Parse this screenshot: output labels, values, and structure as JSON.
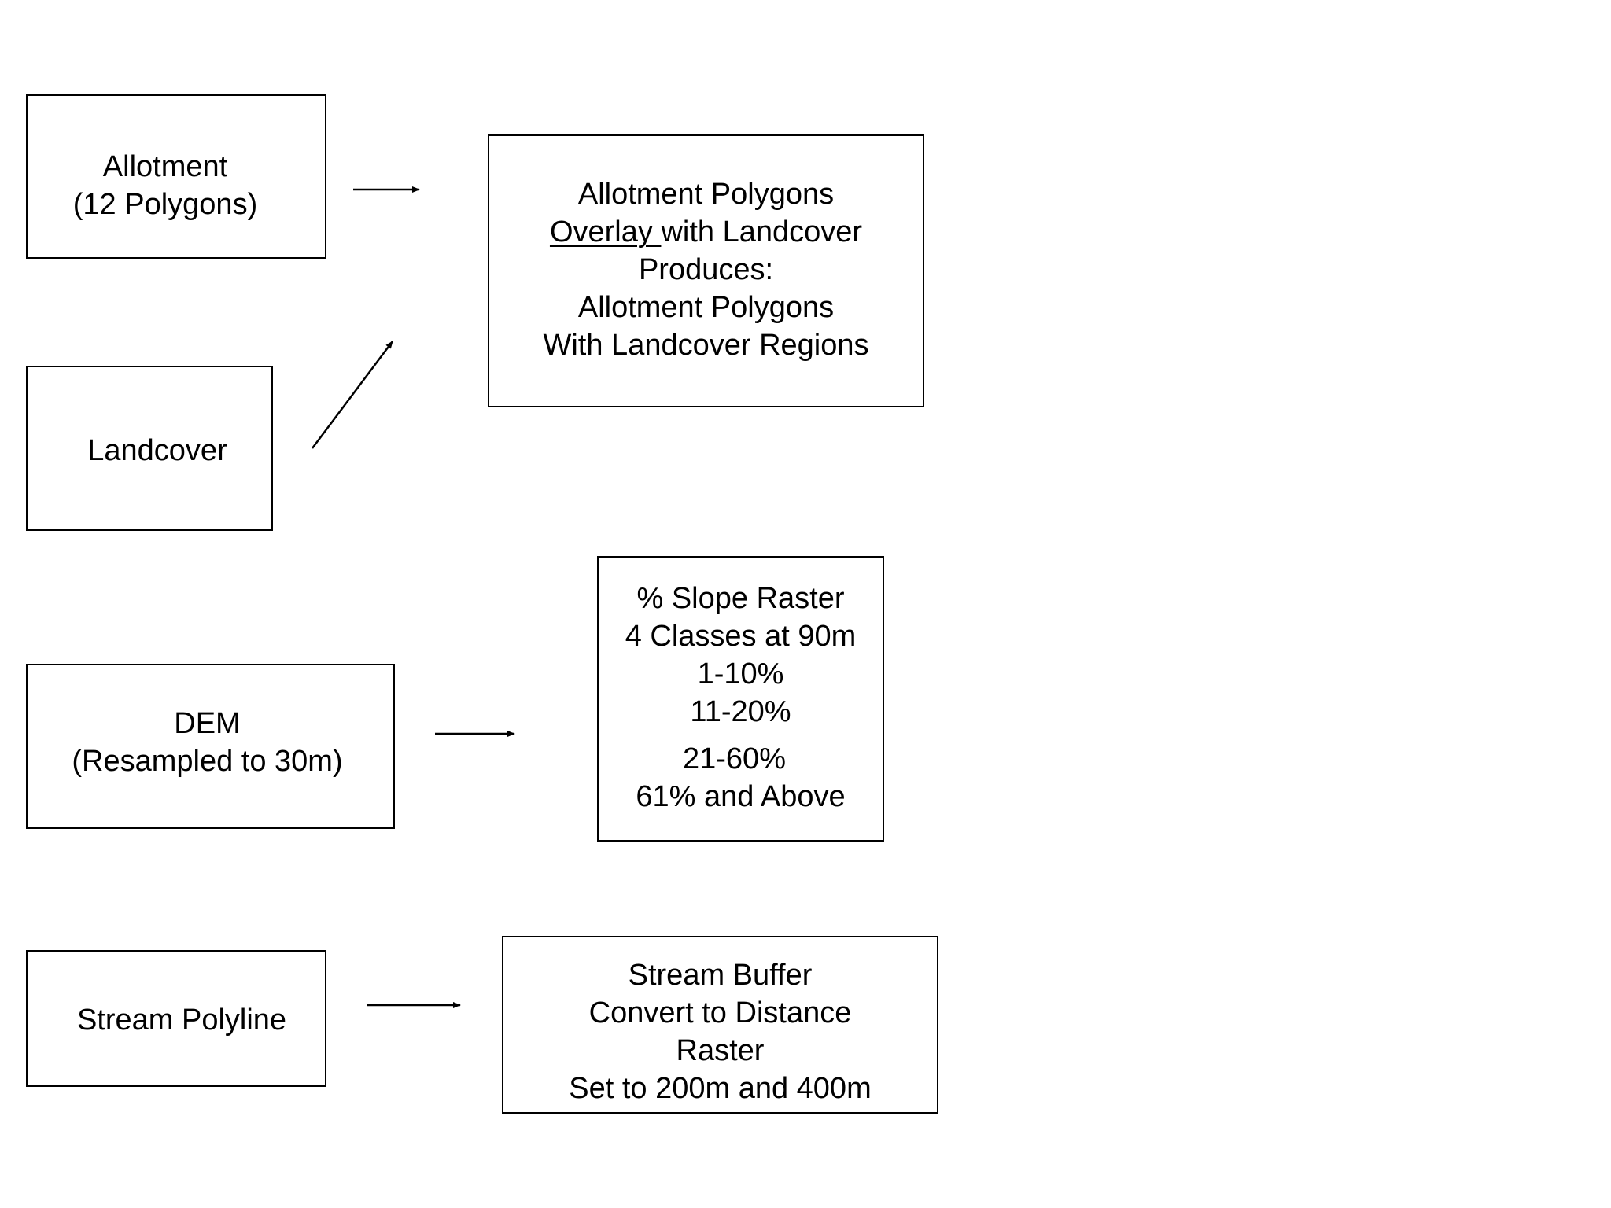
{
  "nodes": {
    "allotment": {
      "lines": [
        "Allotment",
        "(12 Polygons)"
      ]
    },
    "landcover": {
      "lines": [
        "Landcover"
      ]
    },
    "overlay": {
      "line1": "Allotment Polygons",
      "line2_underlined": "Overlay ",
      "line2_rest": "with Landcover",
      "line3": "Produces:",
      "line4": "Allotment Polygons",
      "line5": "With Landcover Regions"
    },
    "dem": {
      "lines": [
        "DEM",
        "(Resampled to 30m)"
      ]
    },
    "slope": {
      "lines": [
        "% Slope Raster",
        "4 Classes at 90m",
        "1-10%",
        "11-20%",
        "21-60%",
        "61% and Above"
      ]
    },
    "stream": {
      "lines": [
        "Stream Polyline"
      ]
    },
    "buffer": {
      "lines": [
        "Stream Buffer",
        "Convert to Distance",
        "Raster",
        "Set to 200m and 400m"
      ]
    }
  },
  "edges": [
    {
      "from": "allotment",
      "to": "overlay"
    },
    {
      "from": "landcover",
      "to": "overlay"
    },
    {
      "from": "dem",
      "to": "slope"
    },
    {
      "from": "stream",
      "to": "buffer"
    }
  ],
  "colors": {
    "stroke": "#000000",
    "background": "#ffffff"
  }
}
